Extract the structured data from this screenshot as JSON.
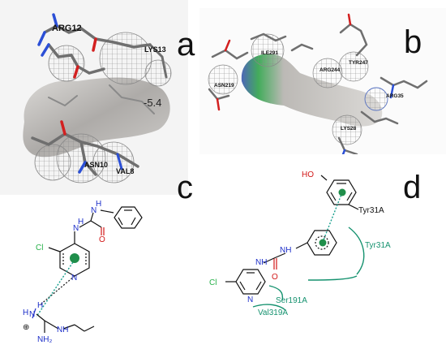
{
  "colors": {
    "carbon": "#111111",
    "nitrogen": "#1d2fc9",
    "oxygen": "#d21818",
    "chlorine": "#27b14a",
    "hbond": "#159e8c",
    "ring_centroid": "#1f8e4a",
    "residue_green": "#15926f",
    "surface_grey": "#a9a6a3",
    "mesh_grey": "#8a8a8a"
  },
  "panels": {
    "a": {
      "letter": "a",
      "residues": [
        "ARG12",
        "LYS13",
        "ASN10",
        "VAL8"
      ],
      "energy_label": "-5.4"
    },
    "b": {
      "letter": "b",
      "residues": [
        "ILE291",
        "TYR247",
        "ARG244",
        "ASN219",
        "ARG35",
        "LYS28"
      ]
    },
    "c": {
      "letter": "c",
      "atoms": {
        "cl": "Cl",
        "n_ring": "N",
        "nh_urea_1": "H",
        "n_urea_1": "N",
        "o_urea": "O",
        "nh_urea_2": "H",
        "n_urea_2": "N",
        "guan_n1": "N",
        "guan_h1": "H",
        "guan_h2": "H",
        "guan_plus": "⊕",
        "guan_nh": "NH",
        "guan_nh2": "NH₂"
      }
    },
    "d": {
      "letter": "d",
      "atoms": {
        "ho": "HO",
        "cl": "Cl",
        "n_ring": "N",
        "nh_1": "NH",
        "nh_2": "NH",
        "o": "O"
      },
      "residues": [
        "Tyr31A",
        "Tyr31A",
        "Ser191A",
        "Val319A"
      ]
    }
  }
}
